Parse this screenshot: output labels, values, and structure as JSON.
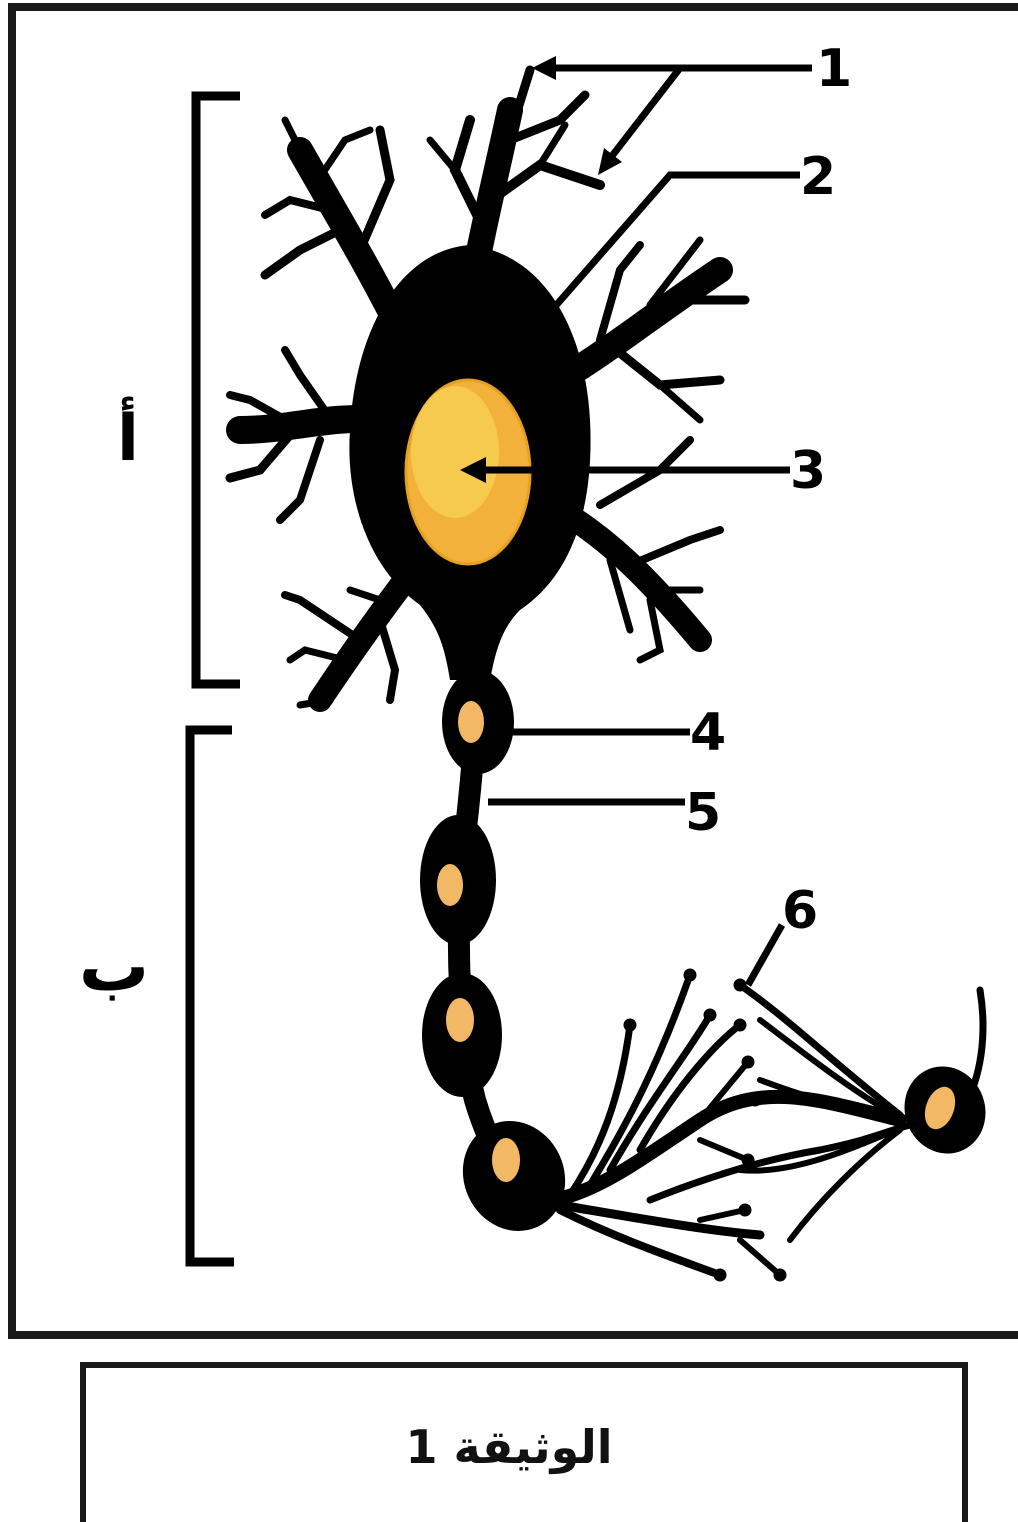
{
  "figure": {
    "caption": "الوثيقة 1",
    "labels": {
      "n1": "1",
      "n2": "2",
      "n3": "3",
      "n4": "4",
      "n5": "5",
      "n6": "6",
      "section_a": "أ",
      "section_b": "ب"
    }
  },
  "colors": {
    "neuron": "#000000",
    "nucleus_outer": "#f2b13a",
    "nucleus_inner": "#f7cf52",
    "schwann_nucleus": "#f3b866",
    "frame": "#1a1a1a"
  }
}
